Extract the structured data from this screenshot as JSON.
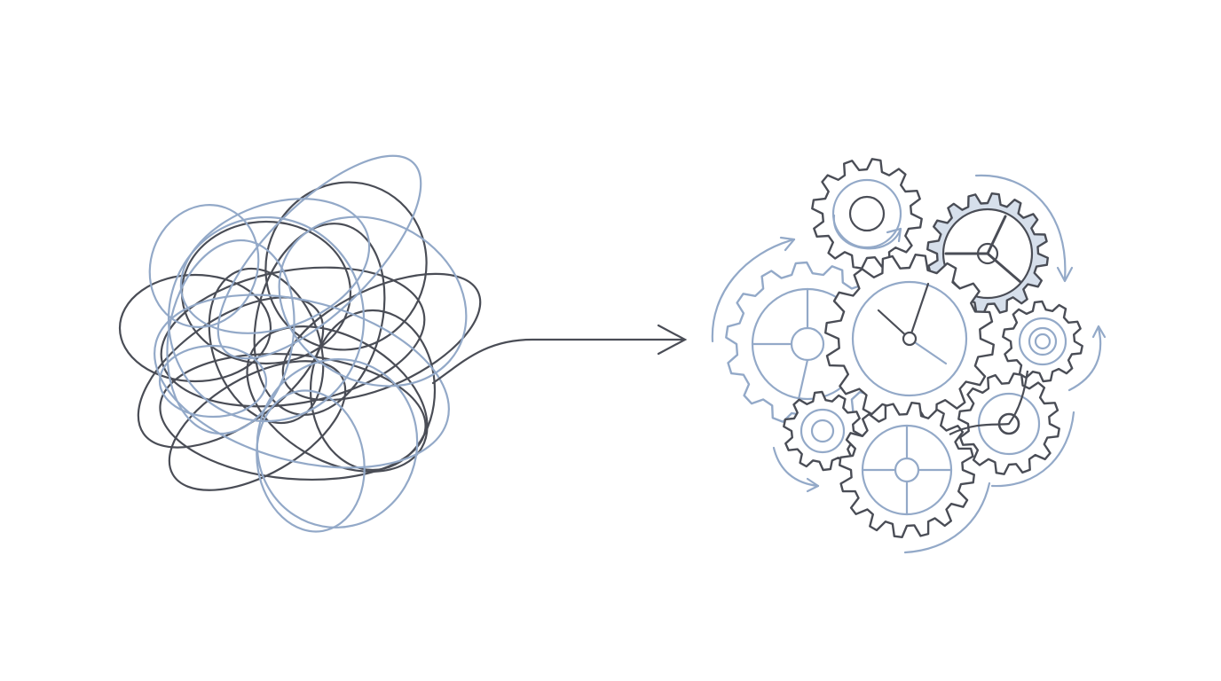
{
  "illustration": {
    "left": "tangled-scribble",
    "middle": "arrow-right",
    "right": "meshing-gears-with-clock"
  },
  "colors": {
    "background": "#ffffff",
    "dark_line": "#4a4d56",
    "blue_line": "#93a9c8",
    "blue_fill": "#d6dfeb"
  }
}
